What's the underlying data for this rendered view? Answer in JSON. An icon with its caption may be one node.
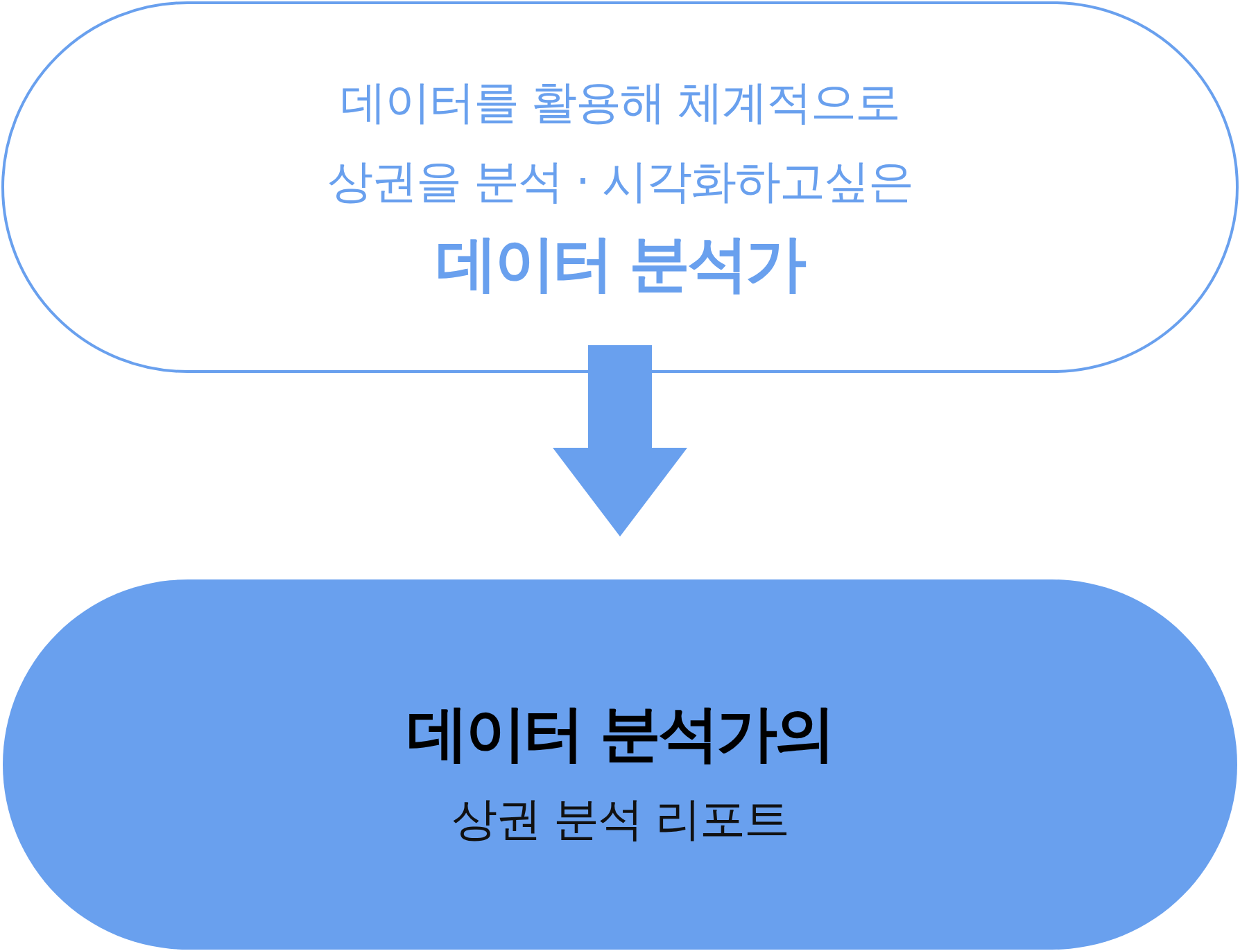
{
  "diagram": {
    "nodes": [
      {
        "text": [
          "데이터를 활용해 체계적으로 상권을 분석 · 시각화하고싶은",
          "데이터 분석가"
        ]
      },
      {
        "text": [
          "데이터 분석가의",
          "상권 분석 리포트"
        ]
      }
    ],
    "edges": [
      {
        "from": 0,
        "to": 1,
        "arrow": "to"
      }
    ]
  }
}
